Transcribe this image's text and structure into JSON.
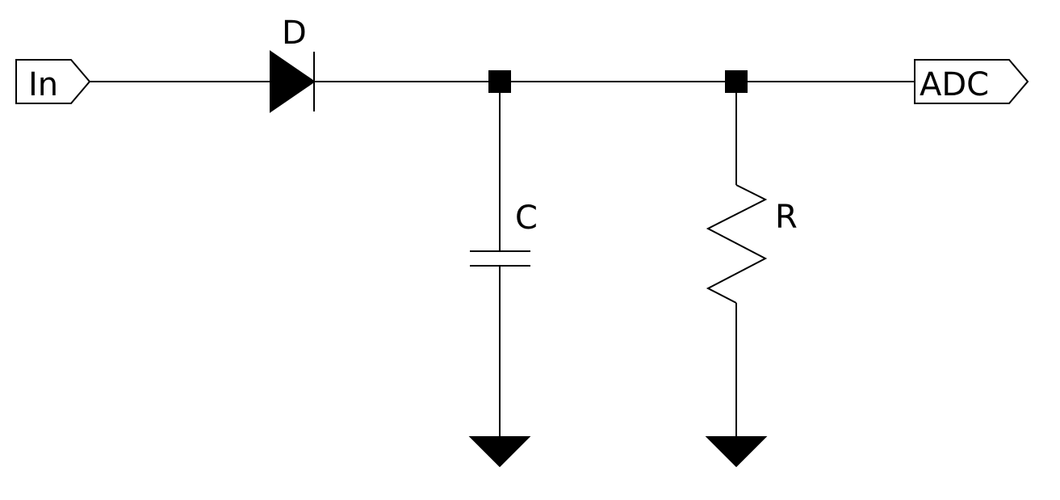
{
  "ports": {
    "input": {
      "label": "In"
    },
    "output": {
      "label": "ADC"
    }
  },
  "components": {
    "diode": {
      "label": "D"
    },
    "capacitor": {
      "label": "C"
    },
    "resistor": {
      "label": "R"
    }
  }
}
